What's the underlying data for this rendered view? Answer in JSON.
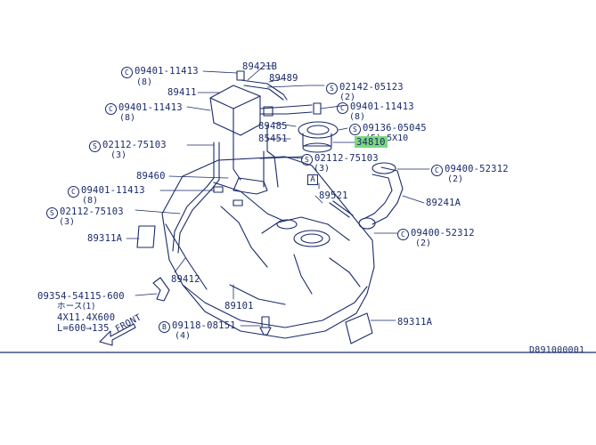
{
  "diagram_id": "D891000001",
  "front_label": "FRONT",
  "highlight_color": "#7dd87d",
  "line_color": "#1a2a6a",
  "callouts": [
    {
      "pfx": "C",
      "part": "09401-11413",
      "qty": "(8)"
    },
    {
      "pfx": "S",
      "part": "02142-05123",
      "qty": "(2)"
    },
    {
      "pfx": "C",
      "part": "09401-11413",
      "qty": "(8)"
    },
    {
      "pfx": "C",
      "part": "09401-11413",
      "qty": "(8)"
    },
    {
      "pfx": "S",
      "part": "09136-05045",
      "qty": "(5) 5X10"
    },
    {
      "pfx": "S",
      "part": "02112-75103",
      "qty": "(3)"
    },
    {
      "pfx": "S",
      "part": "02112-75103",
      "qty": "(3)"
    },
    {
      "pfx": "C",
      "part": "09400-52312",
      "qty": "(2)"
    },
    {
      "pfx": "C",
      "part": "09401-11413",
      "qty": "(8)"
    },
    {
      "pfx": "S",
      "part": "02112-75103",
      "qty": "(3)"
    },
    {
      "pfx": "C",
      "part": "09400-52312",
      "qty": "(2)"
    },
    {
      "pfx": "B",
      "part": "09118-08151",
      "qty": "(4)"
    }
  ],
  "parts": {
    "p89421B": "89421B",
    "p89489": "89489",
    "p89411": "89411",
    "p89485": "89485",
    "p85451": "85451",
    "p34810": "34810",
    "p89460": "89460",
    "p89521": "89521",
    "p89241A": "89241A",
    "p89311A_left": "89311A",
    "p89311A_right": "89311A",
    "p89412": "89412",
    "p89101": "89101"
  },
  "hose_note": {
    "line1": "09354-54115-600",
    "line2": "ホース(1)",
    "line3": "4X11.4X600",
    "line4": "L=600→135"
  },
  "ref_box": "A"
}
